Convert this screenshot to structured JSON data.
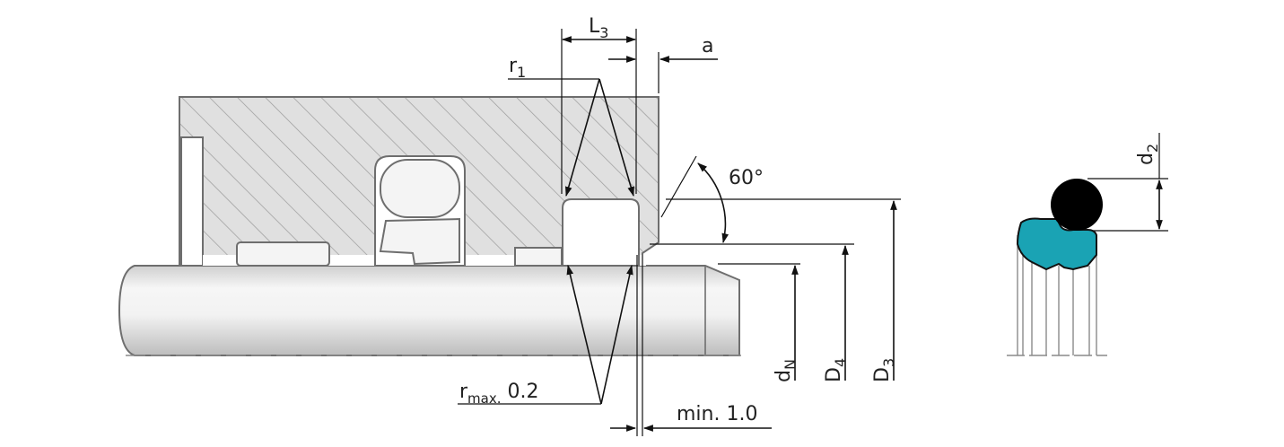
{
  "figure": {
    "labels": {
      "L3": {
        "main": "L",
        "sub": "3"
      },
      "a": {
        "main": "a"
      },
      "r1": {
        "main": "r",
        "sub": "1"
      },
      "angle": {
        "main": "60°"
      },
      "d2": {
        "main": "d",
        "sub": "2"
      },
      "dN": {
        "main": "d",
        "sub": "N"
      },
      "D4": {
        "main": "D",
        "sub": "4"
      },
      "D3": {
        "main": "D",
        "sub": "3"
      },
      "rmax": {
        "main": "r",
        "sub": "max.",
        "value": " 0.2"
      },
      "min": {
        "main": "min. 1.0"
      }
    },
    "colors": {
      "housing_fill": "#e0e0e0",
      "hatch": "#9a9a9a",
      "outline": "#6e6e6e",
      "seal_fill": "#1aa3b4",
      "oring_fill": "#000000",
      "rod_light": "#f4f4f4",
      "rod_dark": "#cfcfcf"
    }
  }
}
